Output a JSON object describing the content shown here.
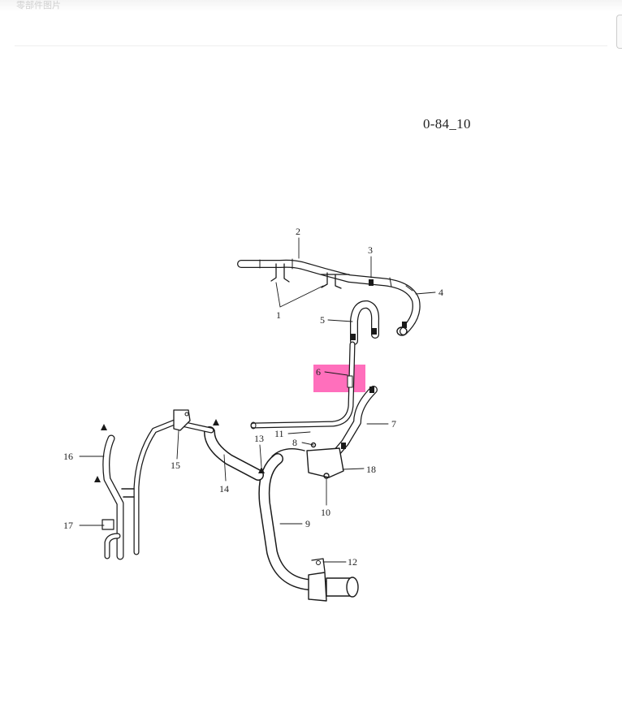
{
  "header": {
    "ghost_text": "零部件图片"
  },
  "diagram": {
    "reference_code": "0-84_10",
    "highlight_color": "#ff3fa5",
    "callouts": {
      "c1": "1",
      "c2": "2",
      "c3": "3",
      "c4": "4",
      "c5": "5",
      "c6": "6",
      "c7": "7",
      "c8": "8",
      "c9": "9",
      "c10": "10",
      "c11": "11",
      "c12": "12",
      "c13": "13",
      "c14": "14",
      "c15": "15",
      "c16": "16",
      "c17": "17",
      "c18": "18"
    }
  }
}
